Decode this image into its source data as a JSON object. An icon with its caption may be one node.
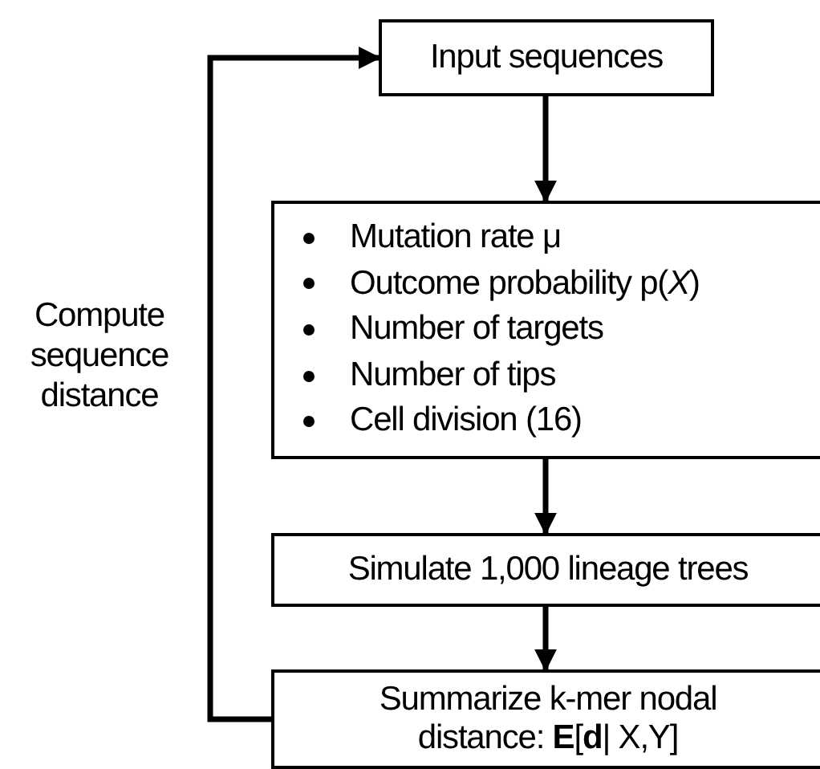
{
  "diagram": {
    "nodes": [
      {
        "text": [
          "Input sequences"
        ]
      },
      {
        "text": [
          "Mutation rate μ",
          "Outcome probability p(*X*)",
          "Number of targets",
          "Number of tips",
          "Cell division (16)"
        ]
      },
      {
        "text": [
          "Simulate 1,000 lineage trees"
        ]
      },
      {
        "text": [
          "Summarize k-mer nodal distance: **E**[**d**| X,Y]"
        ]
      }
    ],
    "edges": [
      {
        "from": 0,
        "to": 1,
        "arrow": "to"
      },
      {
        "from": 1,
        "to": 2,
        "arrow": "to"
      },
      {
        "from": 2,
        "to": 3,
        "arrow": "to"
      },
      {
        "from": 3,
        "to": 0,
        "arrow": "to",
        "label": "Compute sequence distance"
      }
    ]
  }
}
